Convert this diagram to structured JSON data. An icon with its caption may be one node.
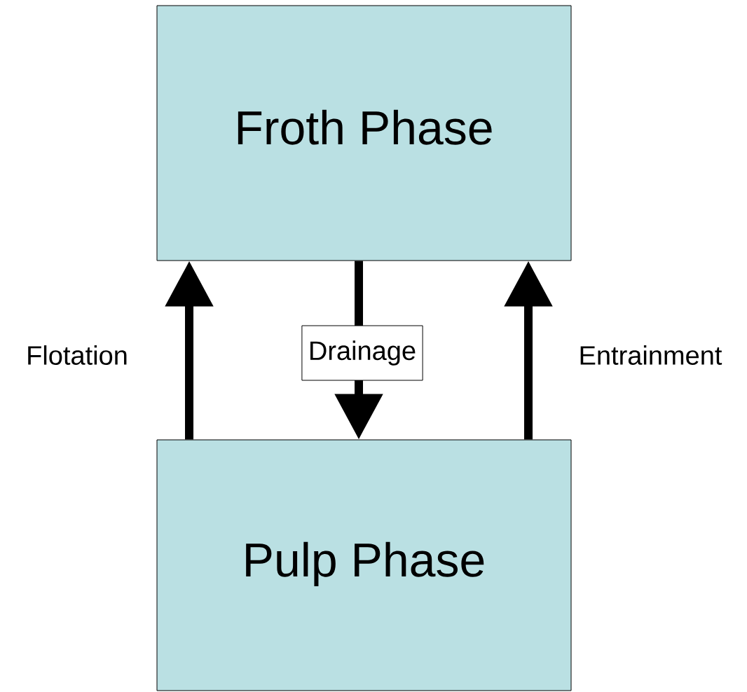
{
  "diagram": {
    "nodes": [
      {
        "text": [
          "Froth Phase"
        ]
      },
      {
        "text": [
          "Pulp Phase"
        ]
      }
    ],
    "edges": [
      {
        "from": 1,
        "to": 0,
        "arrow": "to",
        "label": "Flotation"
      },
      {
        "from": 0,
        "to": 1,
        "arrow": "to",
        "label": "Drainage"
      },
      {
        "from": 1,
        "to": 0,
        "arrow": "to",
        "label": "Entrainment"
      }
    ]
  }
}
